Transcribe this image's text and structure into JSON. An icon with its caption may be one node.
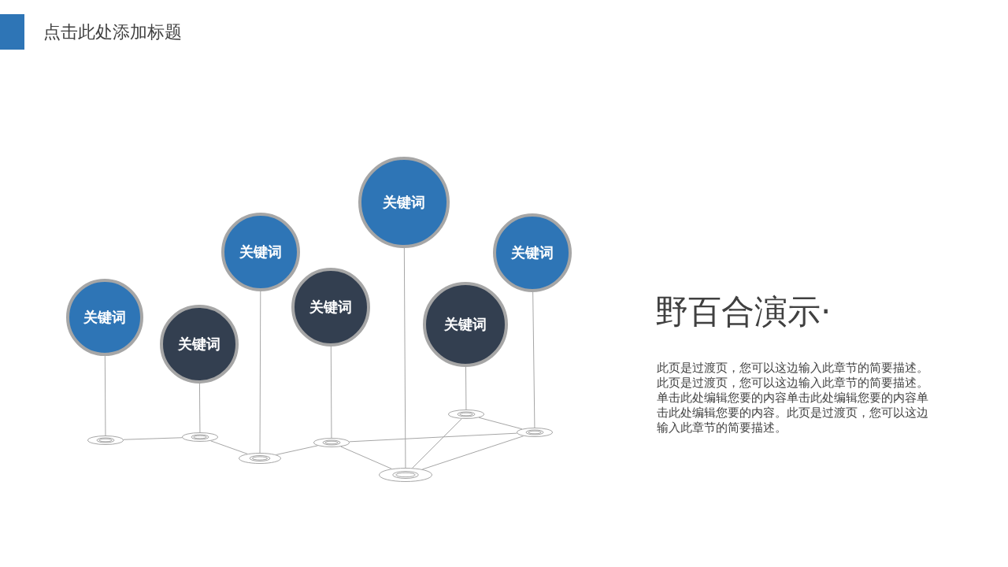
{
  "diagram": {
    "title": "点击此处添加标题",
    "nodes": [
      {
        "text": [
          "关键词"
        ]
      },
      {
        "text": [
          "关键词"
        ]
      },
      {
        "text": [
          "关键词"
        ]
      },
      {
        "text": [
          "关键词"
        ]
      },
      {
        "text": [
          "关键词"
        ]
      },
      {
        "text": [
          "关键词"
        ]
      },
      {
        "text": [
          "关键词"
        ]
      },
      {
        "text": [],
        "shape": "circle"
      },
      {
        "text": [],
        "shape": "circle"
      },
      {
        "text": [],
        "shape": "circle"
      },
      {
        "text": [],
        "shape": "circle"
      },
      {
        "text": [],
        "shape": "circle"
      },
      {
        "text": [],
        "shape": "circle"
      },
      {
        "text": [],
        "shape": "circle"
      }
    ],
    "edges": [
      {
        "from": 0,
        "to": 7,
        "arrow": "none"
      },
      {
        "from": 1,
        "to": 8,
        "arrow": "none"
      },
      {
        "from": 2,
        "to": 9,
        "arrow": "none"
      },
      {
        "from": 3,
        "to": 10,
        "arrow": "none"
      },
      {
        "from": 4,
        "to": 11,
        "arrow": "none"
      },
      {
        "from": 5,
        "to": 12,
        "arrow": "none"
      },
      {
        "from": 6,
        "to": 13,
        "arrow": "none"
      },
      {
        "from": 7,
        "to": 8,
        "arrow": "none"
      },
      {
        "from": 8,
        "to": 9,
        "arrow": "none"
      },
      {
        "from": 9,
        "to": 10,
        "arrow": "none"
      },
      {
        "from": 10,
        "to": 11,
        "arrow": "none"
      },
      {
        "from": 10,
        "to": 13,
        "arrow": "none"
      },
      {
        "from": 11,
        "to": 12,
        "arrow": "none"
      },
      {
        "from": 11,
        "to": 13,
        "arrow": "none"
      },
      {
        "from": 12,
        "to": 13,
        "arrow": "none"
      }
    ],
    "labels": [
      "野百合演示·",
      "此页是过渡页，您可以这边输入此章节的简要描述。此页是过渡页，您可以这边输入此章节的简要描述。单击此处编辑您要的内容单击此处编辑您要的内容单击此处编辑您要的内容。此页是过渡页，您可以这边输入此章节的简要描述。"
    ]
  }
}
